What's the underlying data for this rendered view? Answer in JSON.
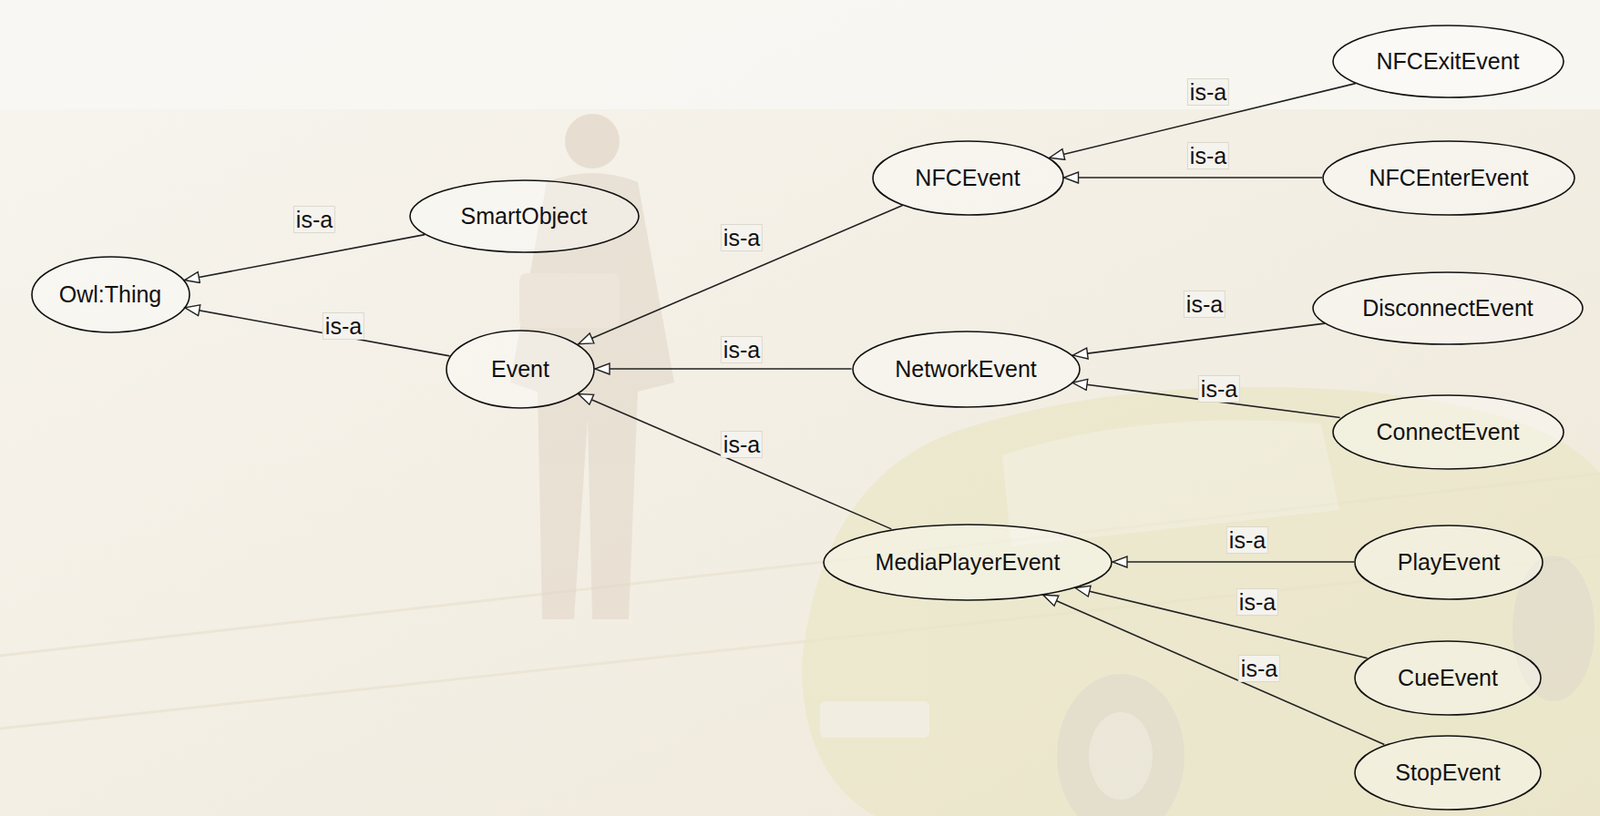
{
  "diagram": {
    "nodes": [
      {
        "text": [
          "Owl:Thing"
        ]
      },
      {
        "text": [
          "SmartObject"
        ]
      },
      {
        "text": [
          "Event"
        ]
      },
      {
        "text": [
          "NFCEvent"
        ]
      },
      {
        "text": [
          "NetworkEvent"
        ]
      },
      {
        "text": [
          "MediaPlayerEvent"
        ]
      },
      {
        "text": [
          "NFCExitEvent"
        ]
      },
      {
        "text": [
          "NFCEnterEvent"
        ]
      },
      {
        "text": [
          "DisconnectEvent"
        ]
      },
      {
        "text": [
          "ConnectEvent"
        ]
      },
      {
        "text": [
          "PlayEvent"
        ]
      },
      {
        "text": [
          "CueEvent"
        ]
      },
      {
        "text": [
          "StopEvent"
        ]
      }
    ],
    "edges": [
      {
        "from": 1,
        "to": 0,
        "label": "is-a",
        "arrow": "to"
      },
      {
        "from": 2,
        "to": 0,
        "label": "is-a",
        "arrow": "to"
      },
      {
        "from": 3,
        "to": 2,
        "label": "is-a",
        "arrow": "to"
      },
      {
        "from": 4,
        "to": 2,
        "label": "is-a",
        "arrow": "to"
      },
      {
        "from": 5,
        "to": 2,
        "label": "is-a",
        "arrow": "to"
      },
      {
        "from": 6,
        "to": 3,
        "label": "is-a",
        "arrow": "to"
      },
      {
        "from": 7,
        "to": 3,
        "label": "is-a",
        "arrow": "to"
      },
      {
        "from": 8,
        "to": 4,
        "label": "is-a",
        "arrow": "to"
      },
      {
        "from": 9,
        "to": 4,
        "label": "is-a",
        "arrow": "to"
      },
      {
        "from": 10,
        "to": 5,
        "label": "is-a",
        "arrow": "to"
      },
      {
        "from": 11,
        "to": 5,
        "label": "is-a",
        "arrow": "to"
      },
      {
        "from": 12,
        "to": 5,
        "label": "is-a",
        "arrow": "to"
      }
    ]
  }
}
